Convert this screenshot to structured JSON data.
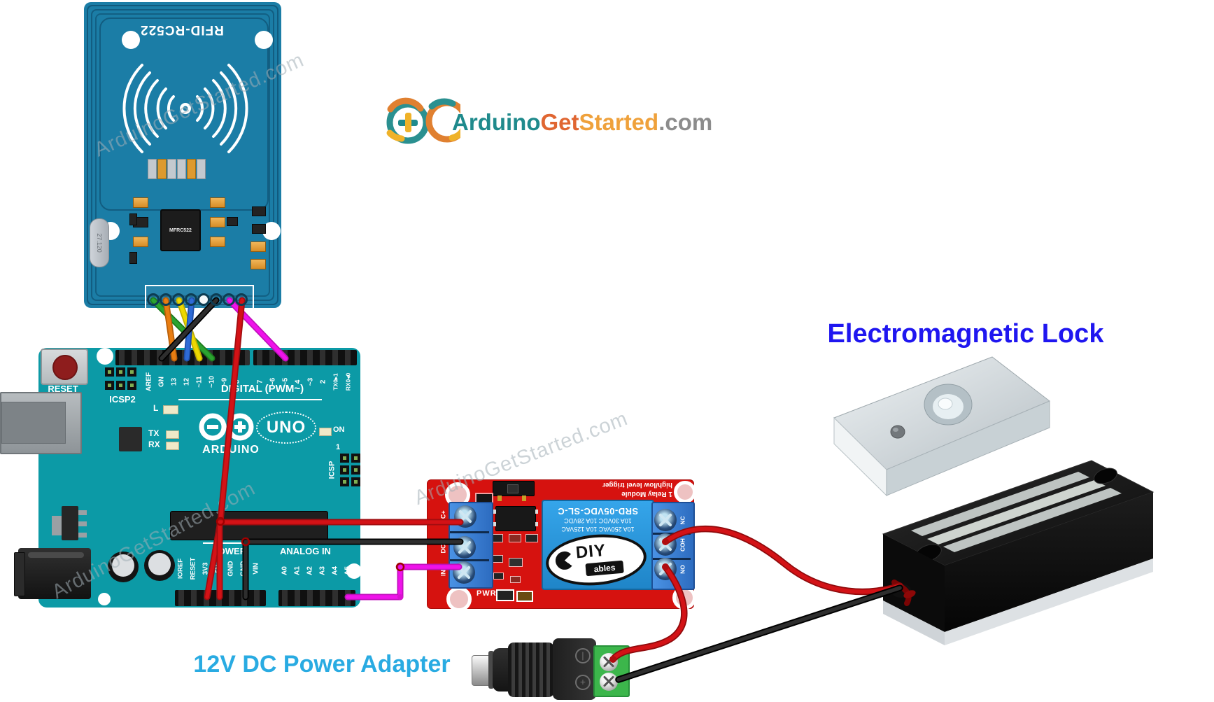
{
  "logo": {
    "brand_part1": "Arduino",
    "brand_part2": "Get",
    "brand_part3": "Started",
    "brand_suffix": ".com"
  },
  "watermark": {
    "text": "ArduinoGetStarted.com"
  },
  "captions": {
    "lock_label": "Electromagnetic Lock",
    "adapter_label": "12V DC Power Adapter"
  },
  "rfid": {
    "title": "RFID-RC522",
    "chip": "MFRC522",
    "crystal": "27.120"
  },
  "arduino": {
    "reset": "RESET",
    "icsp2": "ICSP2",
    "digital_caption": "DIGITAL (PWM~)",
    "led_l": "L",
    "led_tx": "TX",
    "led_rx": "RX",
    "brand": "ARDUINO",
    "model": "UNO",
    "on": "ON",
    "icsp": "ICSP",
    "pin_one": "1",
    "power_caption": "POWER",
    "analog_caption": "ANALOG IN",
    "pins_top": [
      "AREF",
      "GN",
      "13",
      "12",
      "~11",
      "~10",
      "~9",
      "8",
      "7",
      "~6",
      "~5",
      "4",
      "~3",
      "2",
      "TX0▸1",
      "RX0◂0"
    ],
    "pins_power": [
      "IOREF",
      "RESET",
      "3V3",
      "5V",
      "GND",
      "GND",
      "VIN"
    ],
    "pins_analog": [
      "A0",
      "A1",
      "A2",
      "A3",
      "A4",
      "A5"
    ]
  },
  "relay": {
    "header_line1": "1 Relay Module",
    "header_line2": "high/low level trigger",
    "relay_line1": "SRD-05VDC-SL-C",
    "relay_line2": "10A 30VDC 10A 28VDC",
    "relay_line3": "10A 250VAC 10A 125VAC",
    "brand_top": "DIY",
    "brand_bottom": "ables",
    "pwr": "PWR",
    "in_labels": [
      "DC+",
      "DC-",
      "IN"
    ],
    "out_labels": [
      "NC",
      "COH",
      "NO"
    ]
  },
  "colors": {
    "rfid_pcb": "#1b7da6",
    "arduino_teal": "#0c9aa6",
    "relay_red": "#d6120f",
    "relay_blue": "#2d9be2",
    "terminal_blue": "#3a82d8",
    "terminal_green": "#3cb64b",
    "lock_caption_blue": "#1f16f0",
    "adapter_caption_blue": "#29abe2",
    "wire_green": "#2ba330",
    "wire_orange": "#e87d12",
    "wire_yellow": "#ecd800",
    "wire_blue": "#2e6bd6",
    "wire_black": "#222222",
    "wire_magenta": "#ef13ea",
    "wire_red": "#d31216",
    "logo_teal": "#1f8a8c",
    "logo_orange": "#e06632",
    "logo_yellow": "#efa13b"
  }
}
